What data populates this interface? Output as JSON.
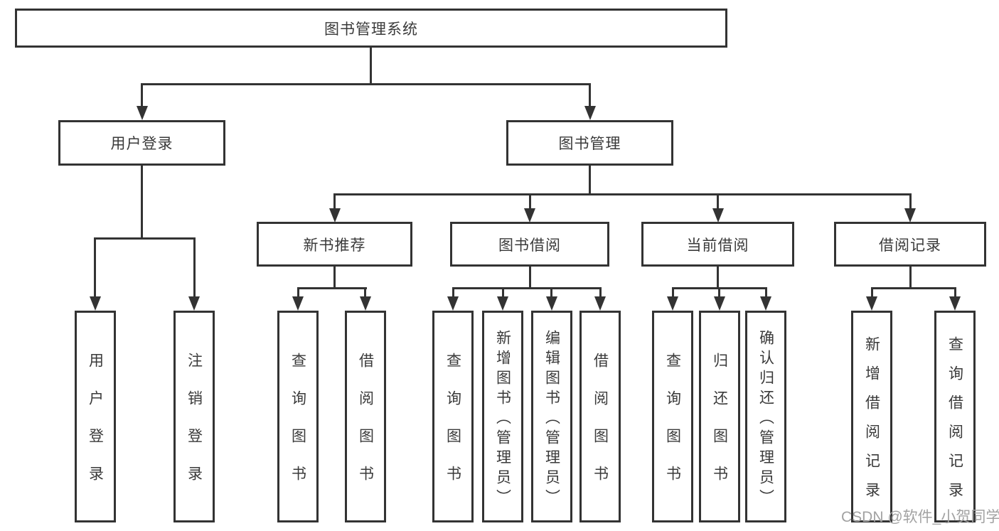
{
  "diagram": {
    "root": {
      "label": "图书管理系统"
    },
    "branches": [
      {
        "label": "用户登录",
        "children": [
          "用户登录",
          "注销登录"
        ]
      },
      {
        "label": "图书管理",
        "sections": [
          {
            "label": "新书推荐",
            "children": [
              "查询图书",
              "借阅图书"
            ]
          },
          {
            "label": "图书借阅",
            "children": [
              "查询图书",
              "新增图书（管理员）",
              "编辑图书（管理员）",
              "借阅图书"
            ]
          },
          {
            "label": "当前借阅",
            "children": [
              "查询图书",
              "归还图书",
              "确认归还（管理员）"
            ]
          },
          {
            "label": "借阅记录",
            "children": [
              "新增借阅记录",
              "查询借阅记录"
            ]
          }
        ]
      }
    ]
  },
  "watermark": {
    "text": "CSDN @软件_小贺同学"
  },
  "colors": {
    "line": "#333333",
    "text": "#3a3a3a",
    "bg": "#ffffff",
    "watermark": "#a2a2a2"
  }
}
